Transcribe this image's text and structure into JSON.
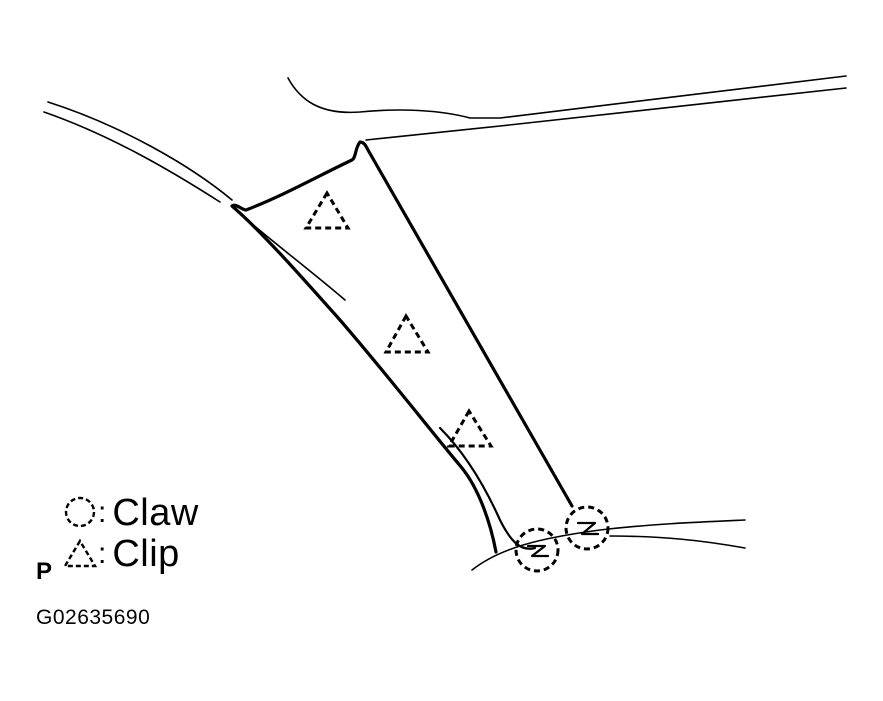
{
  "legend": {
    "claw_label": "Claw",
    "clip_label": "Clip",
    "separator": ":"
  },
  "marker_p": "P",
  "figure_code": "G02635690",
  "colors": {
    "ink": "#000000",
    "background": "#ffffff"
  },
  "symbols": {
    "claw": "dashed-circle-icon",
    "clip": "dashed-triangle-icon"
  }
}
